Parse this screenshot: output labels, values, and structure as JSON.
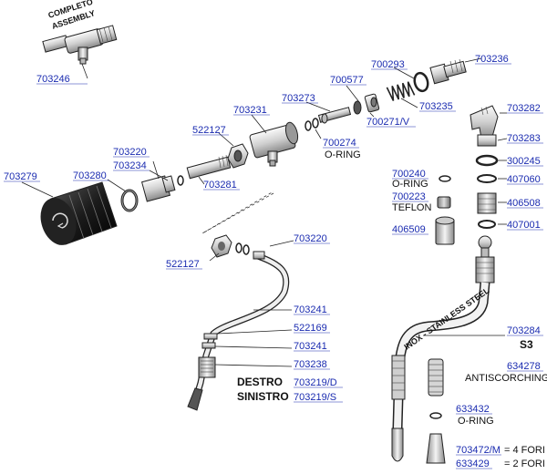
{
  "assembly_note": [
    "COMPLETO",
    "ASSEMBLY"
  ],
  "labels": {
    "p703246": "703246",
    "p703279": "703279",
    "p703280": "703280",
    "p703220a": "703220",
    "p703234": "703234",
    "p522127a": "522127",
    "p703281": "703281",
    "p703231": "703231",
    "p703273": "703273",
    "p700577": "700577",
    "p700293": "700293",
    "p703236": "703236",
    "p703235": "703235",
    "p700271v": "700271/V",
    "p700274": "700274",
    "oring1": "O-RING",
    "p703282": "703282",
    "p703283": "703283",
    "p300245": "300245",
    "p407060": "407060",
    "p406508": "406508",
    "p407001": "407001",
    "p700240": "700240",
    "oring2": "O-RING",
    "p700223": "700223",
    "teflon": "TEFLON",
    "p406509": "406509",
    "p703220b": "703220",
    "p522127b": "522127",
    "p703241a": "703241",
    "p522169": "522169",
    "p703241b": "703241",
    "p703238": "703238",
    "destro": "DESTRO",
    "sinistro": "SINISTRO",
    "p703219d": "703219/D",
    "p703219s": "703219/S",
    "p703284": "703284",
    "s3": "S3",
    "inox": "INOX - STAINLESS STEEL",
    "p634278": "634278",
    "antiscorching": "ANTISCORCHING",
    "p633432": "633432",
    "oring3": "O-RING",
    "p703472m": "703472/M",
    "fori4": "= 4 FORI",
    "p633429": "633429",
    "fori2": "= 2 FORI"
  },
  "colors": {
    "part_number": "#1a2bb0",
    "text_dark": "#111111",
    "part_fill": "#e4e4e4",
    "part_dark": "#3a3a3a"
  }
}
